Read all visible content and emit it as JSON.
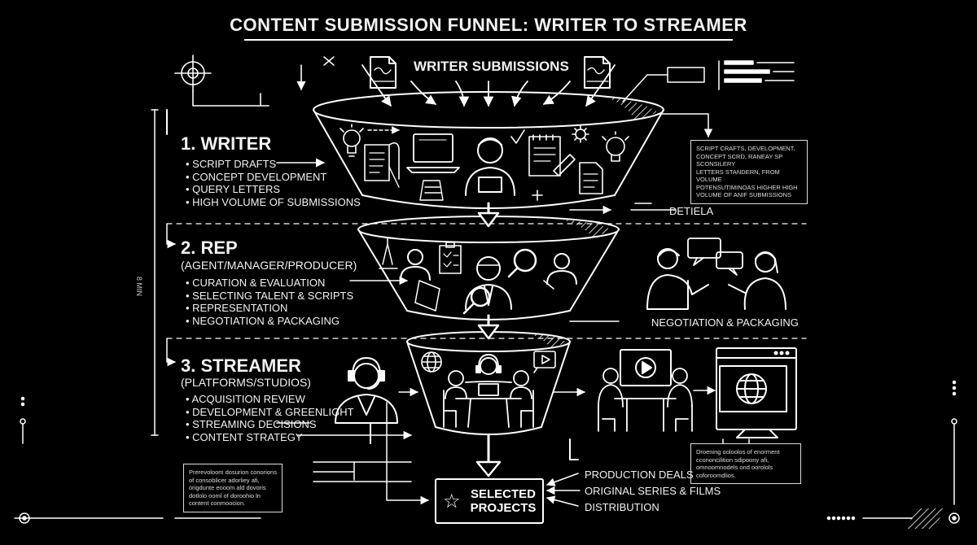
{
  "title": "CONTENT SUBMISSION FUNNEL: WRITER TO STREAMER",
  "top_label": "WRITER SUBMISSIONS",
  "side_label": "8 MIN",
  "stages": [
    {
      "heading": "1. WRITER",
      "bullets": [
        "SCRIPT DRAFTS",
        "CONCEPT DEVELOPMENT",
        "QUERY LETTERS",
        "HIGH VOLUME OF SUBMISSIONS"
      ]
    },
    {
      "heading": "2. REP",
      "subheading": "(AGENT/MANAGER/PRODUCER)",
      "bullets": [
        "CURATION & EVALUATION",
        "SELECTING TALENT & SCRIPTS",
        "REPRESENTATION",
        "NEGOTIATION & PACKAGING"
      ]
    },
    {
      "heading": "3. STREAMER",
      "subheading": "(PLATFORMS/STUDIOS)",
      "bullets": [
        "ACQUISITION REVIEW",
        "DEVELOPMENT & GREENLIGHT",
        "STREAMING DECISIONS",
        "CONTENT STRATEGY"
      ]
    }
  ],
  "right_labels": {
    "detail": "DETIELA",
    "negotiation": "NEGOTIATION & PACKAGING"
  },
  "notes": {
    "writer": [
      "SCRIPT CRAFTS, DEVELOPMENT,",
      "CONCEPT SCRD, RANEAY SP SCONSILERY",
      "LETTERS STANDERN, FROM VOLUME",
      "POTENSUTIMINOAS HIGHER HIGH",
      "VOLUME OF ANIF SUBMISSIONS"
    ],
    "left_bottom": [
      "Prerevoloom dosurion conorions",
      "of consoblicer adorliey afi,",
      "origdunte eooom ald dovoris",
      "dotlolo ooml of doroohio ln",
      "content conmoocion."
    ],
    "right_bottom": [
      "Droening ooloolos of enorment",
      "ccononcilition sdipoony afi,",
      "omnoomnodels ond oorolols",
      "coforoomdlios."
    ]
  },
  "outputs": [
    "PRODUCTION DEALS",
    "ORIGINAL SERIES & FILMS",
    "DISTRIBUTION"
  ],
  "selected": {
    "line1": "SELECTED",
    "line2": "PROJECTS"
  },
  "icons": [
    "crosshair-icon",
    "script-icon",
    "lightbulb-icon",
    "laptop-icon",
    "person-icon",
    "notepad-icon",
    "gear-icon",
    "document-icon",
    "clipboard-icon",
    "magnifier-icon",
    "speech-bubble-icon",
    "headset-icon",
    "globe-icon",
    "play-icon",
    "monitor-icon",
    "star-icon"
  ]
}
